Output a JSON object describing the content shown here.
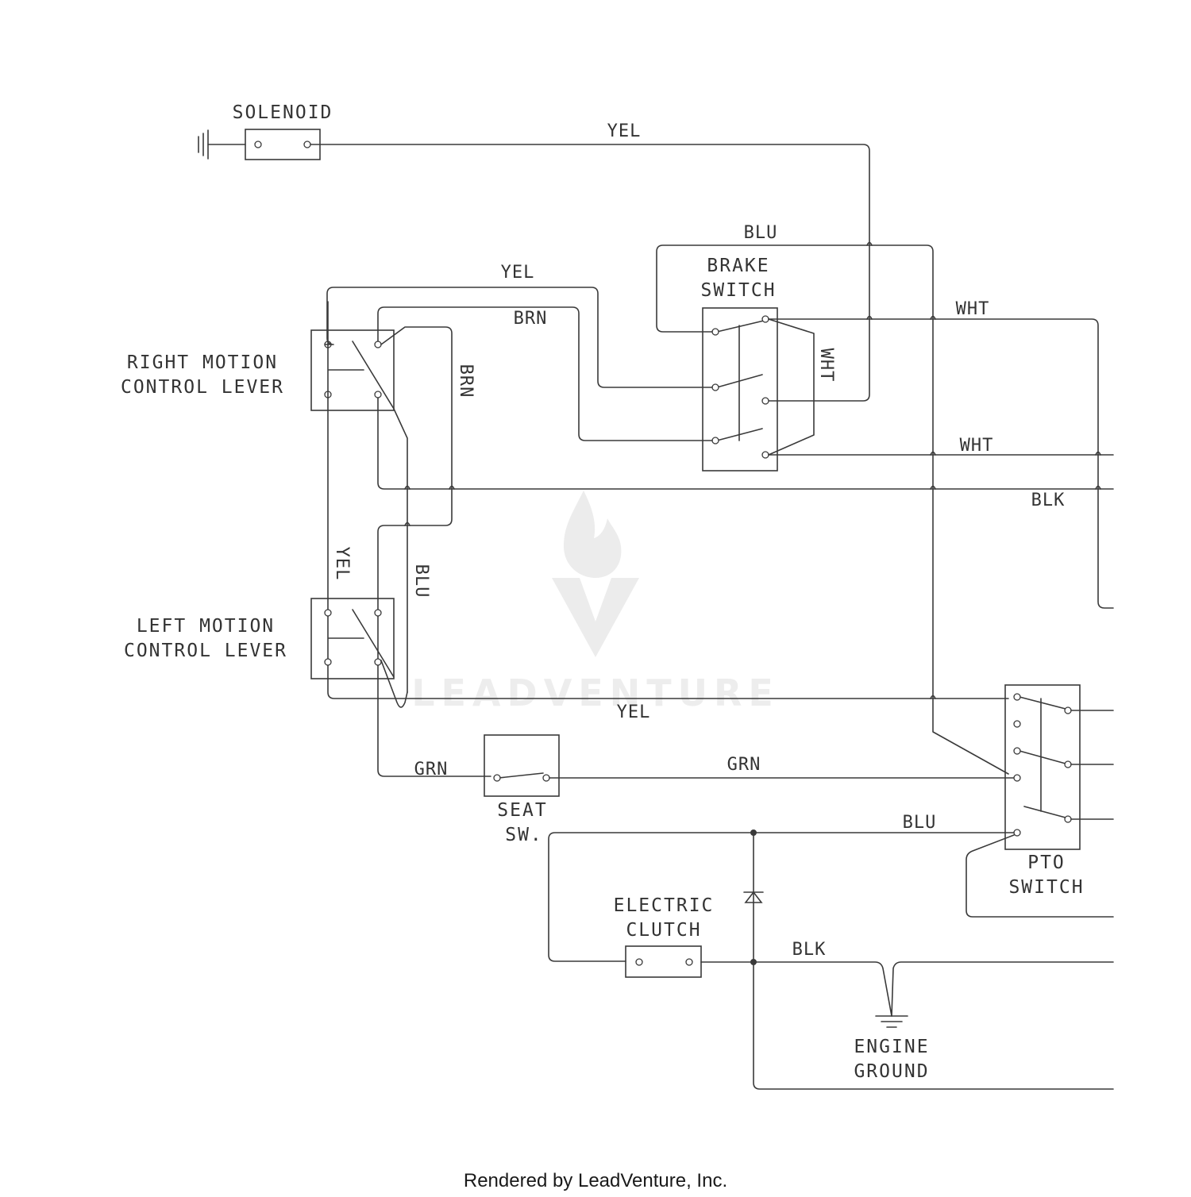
{
  "components": {
    "solenoid": "SOLENOID",
    "brake_switch": [
      "BRAKE",
      "SWITCH"
    ],
    "right_lever": [
      "RIGHT MOTION",
      "CONTROL LEVER"
    ],
    "left_lever": [
      "LEFT MOTION",
      "CONTROL LEVER"
    ],
    "seat_switch": [
      "SEAT",
      "SW."
    ],
    "pto_switch": [
      "PTO",
      "SWITCH"
    ],
    "electric_clutch": [
      "ELECTRIC",
      "CLUTCH"
    ],
    "engine_ground": [
      "ENGINE",
      "GROUND"
    ]
  },
  "wire_labels": {
    "solenoid_yel": "YEL",
    "brake_blu": "BLU",
    "top_yel": "YEL",
    "top_brn": "BRN",
    "brn_vertical": "BRN",
    "wht_vertical": "WHT",
    "wht_upper": "WHT",
    "wht_lower": "WHT",
    "blk_right": "BLK",
    "yel_vertical": "YEL",
    "blu_vertical": "BLU",
    "yel_bottom": "YEL",
    "grn_left": "GRN",
    "grn_mid": "GRN",
    "blu_pto": "BLU",
    "blk_ground": "BLK"
  },
  "watermark": "LEADVENTURE",
  "footer": "Rendered by LeadVenture, Inc."
}
